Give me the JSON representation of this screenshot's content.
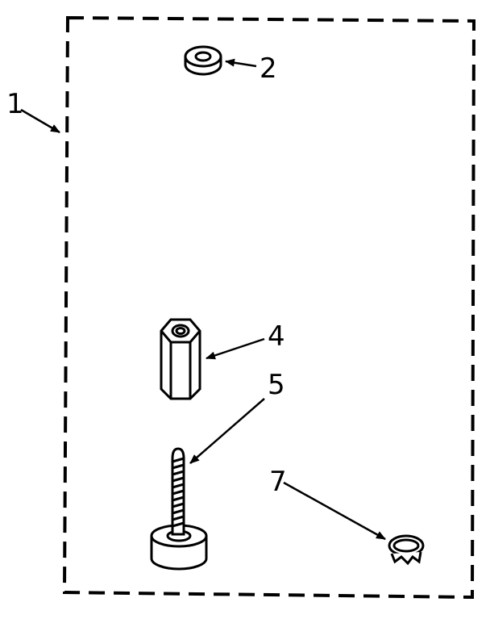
{
  "labels": {
    "kit": "1",
    "washer": "2",
    "hex_standoff": "4",
    "leveling_foot": "5",
    "hose_clamp": "7"
  },
  "colors": {
    "ink": "#000000",
    "paper": "#ffffff"
  }
}
